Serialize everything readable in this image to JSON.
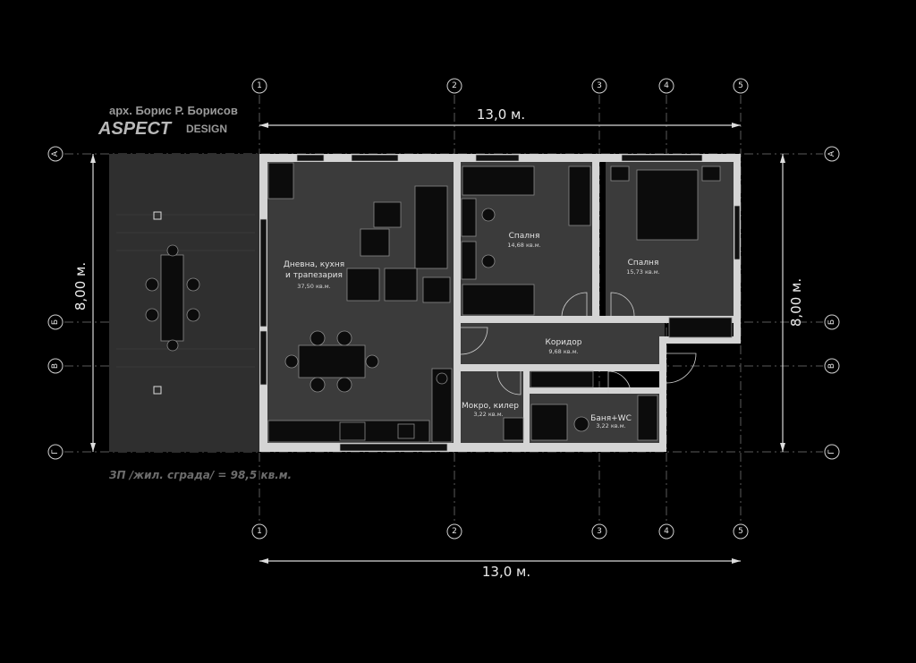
{
  "logo": {
    "architect": "арх. Борис Р. Борисов",
    "brand": "ASPECT",
    "brand_suffix": "DESIGN"
  },
  "axes": {
    "columns": [
      "1",
      "2",
      "3",
      "4",
      "5"
    ],
    "rows": [
      "А",
      "Б",
      "В",
      "Г"
    ]
  },
  "dimensions": {
    "width_top": "13,0 м.",
    "width_bottom": "13,0 м.",
    "height_left": "8,00 м.",
    "height_right": "8,00 м."
  },
  "rooms": [
    {
      "name_line1": "Дневна, кухня",
      "name_line2": "и трапезария",
      "area": "37,50 кв.м."
    },
    {
      "name": "Спалня",
      "area": "14,68 кв.м."
    },
    {
      "name": "Спалня",
      "area": "15,73 кв.м."
    },
    {
      "name": "Коридор",
      "area": "9,68 кв.м."
    },
    {
      "name": "Мокро, килер",
      "area": "3,22 кв.м."
    },
    {
      "name": "Баня+WC",
      "area": "3,22 кв.м."
    }
  ],
  "total_area": "ЗП /жил. сграда/ = 98,5 кв.м."
}
